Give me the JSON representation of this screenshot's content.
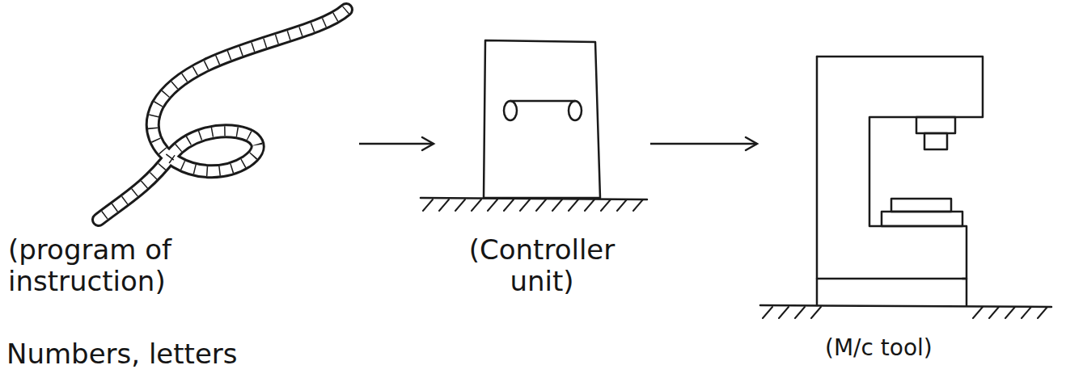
{
  "diagram": {
    "nodes": [
      {
        "text": [
          "(program of instruction)"
        ]
      },
      {
        "text": [
          "(Controller unit)"
        ]
      },
      {
        "text": [
          "(M/c tool)"
        ]
      }
    ],
    "edges": [
      {
        "from": 0,
        "to": 1,
        "arrow": "to"
      },
      {
        "from": 1,
        "to": 2,
        "arrow": "to"
      }
    ],
    "labels": [
      "Numbers, letters"
    ]
  }
}
